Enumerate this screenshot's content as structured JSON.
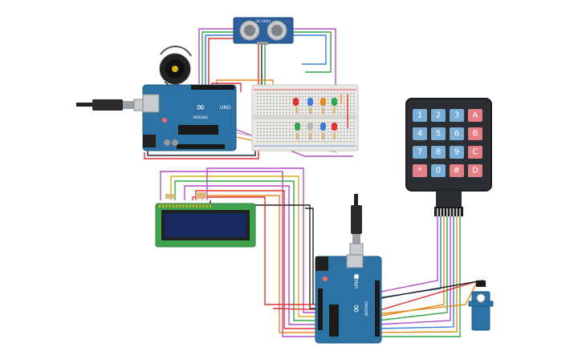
{
  "sensor": {
    "label": "HC-SR04"
  },
  "arduino_top": {
    "logo": "∞",
    "model": "UNO",
    "brand": "ARDUINO"
  },
  "arduino_bottom": {
    "logo": "∞",
    "model": "UNO",
    "brand": "ARDUINO"
  },
  "keypad": {
    "keys": [
      "1",
      "2",
      "3",
      "A",
      "4",
      "5",
      "6",
      "B",
      "7",
      "8",
      "9",
      "C",
      "*",
      "0",
      "#",
      "D"
    ],
    "colors": {
      "number": "#7aaed6",
      "letter": "#e57f86",
      "body": "#2b2e33"
    }
  },
  "colors": {
    "arduino": "#2c72a5",
    "lcd_board": "#3fa34d",
    "lcd_screen": "#1a2a5e",
    "breadboard": "#e9e8e4",
    "wire_red": "#e03030",
    "wire_green": "#2fa64a",
    "wire_purple": "#b44cc7",
    "wire_blue": "#3b7bd6",
    "wire_orange": "#e68a1c",
    "wire_black": "#222222",
    "wire_yellow": "#d9b21a"
  }
}
